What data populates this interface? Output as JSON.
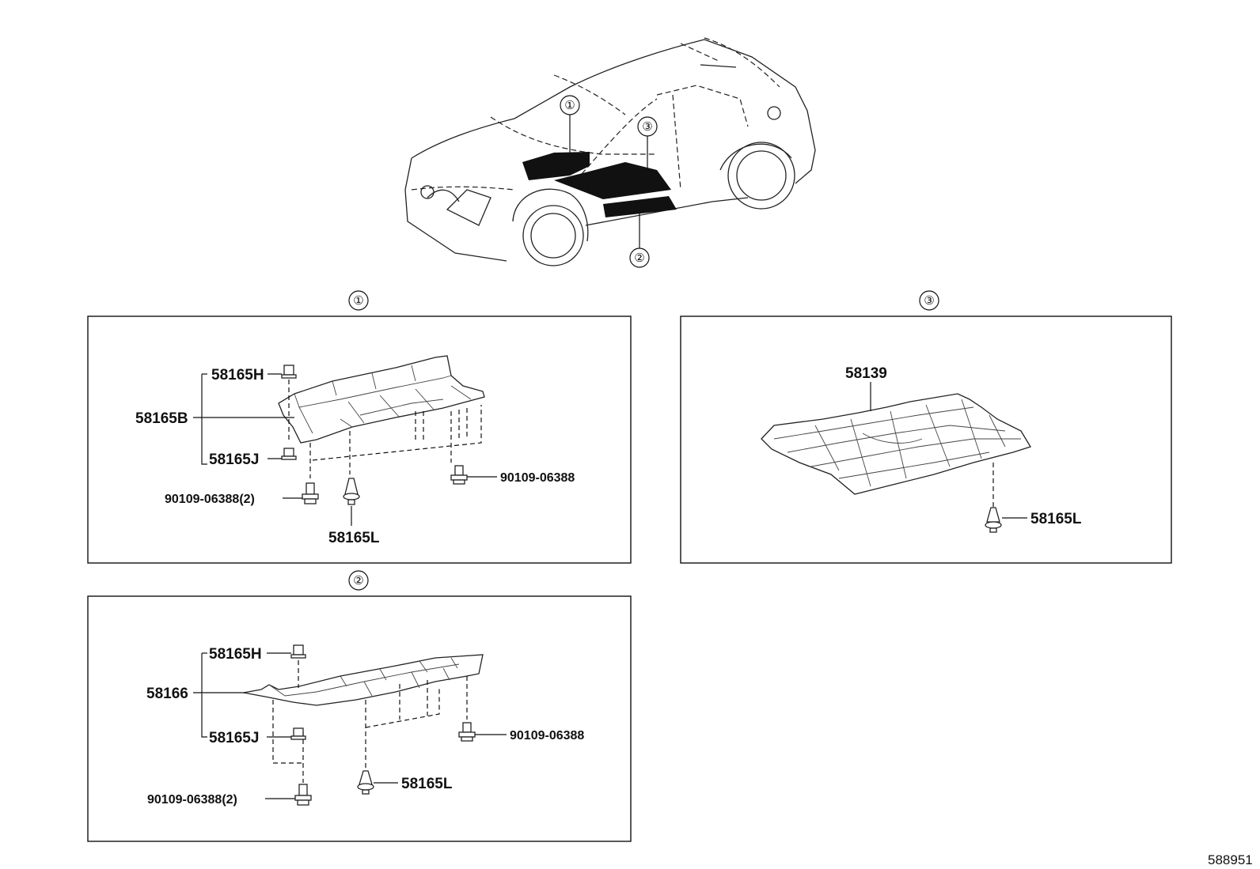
{
  "diagram_id": "588951",
  "overview": {
    "callouts": [
      "①",
      "③",
      "②"
    ]
  },
  "panels": [
    {
      "callout": "①",
      "main_part": "58165B",
      "labels": {
        "top_bolt": "58165H",
        "bottom_bolt": "58165J",
        "clip": "58165L",
        "bolt_left": "90109-06388(2)",
        "bolt_right": "90109-06388"
      }
    },
    {
      "callout": "②",
      "main_part": "58166",
      "labels": {
        "top_bolt": "58165H",
        "bottom_bolt": "58165J",
        "clip": "58165L",
        "bolt_left": "90109-06388(2)",
        "bolt_right": "90109-06388"
      }
    },
    {
      "callout": "③",
      "main_part": "58139",
      "labels": {
        "clip": "58165L"
      }
    }
  ]
}
